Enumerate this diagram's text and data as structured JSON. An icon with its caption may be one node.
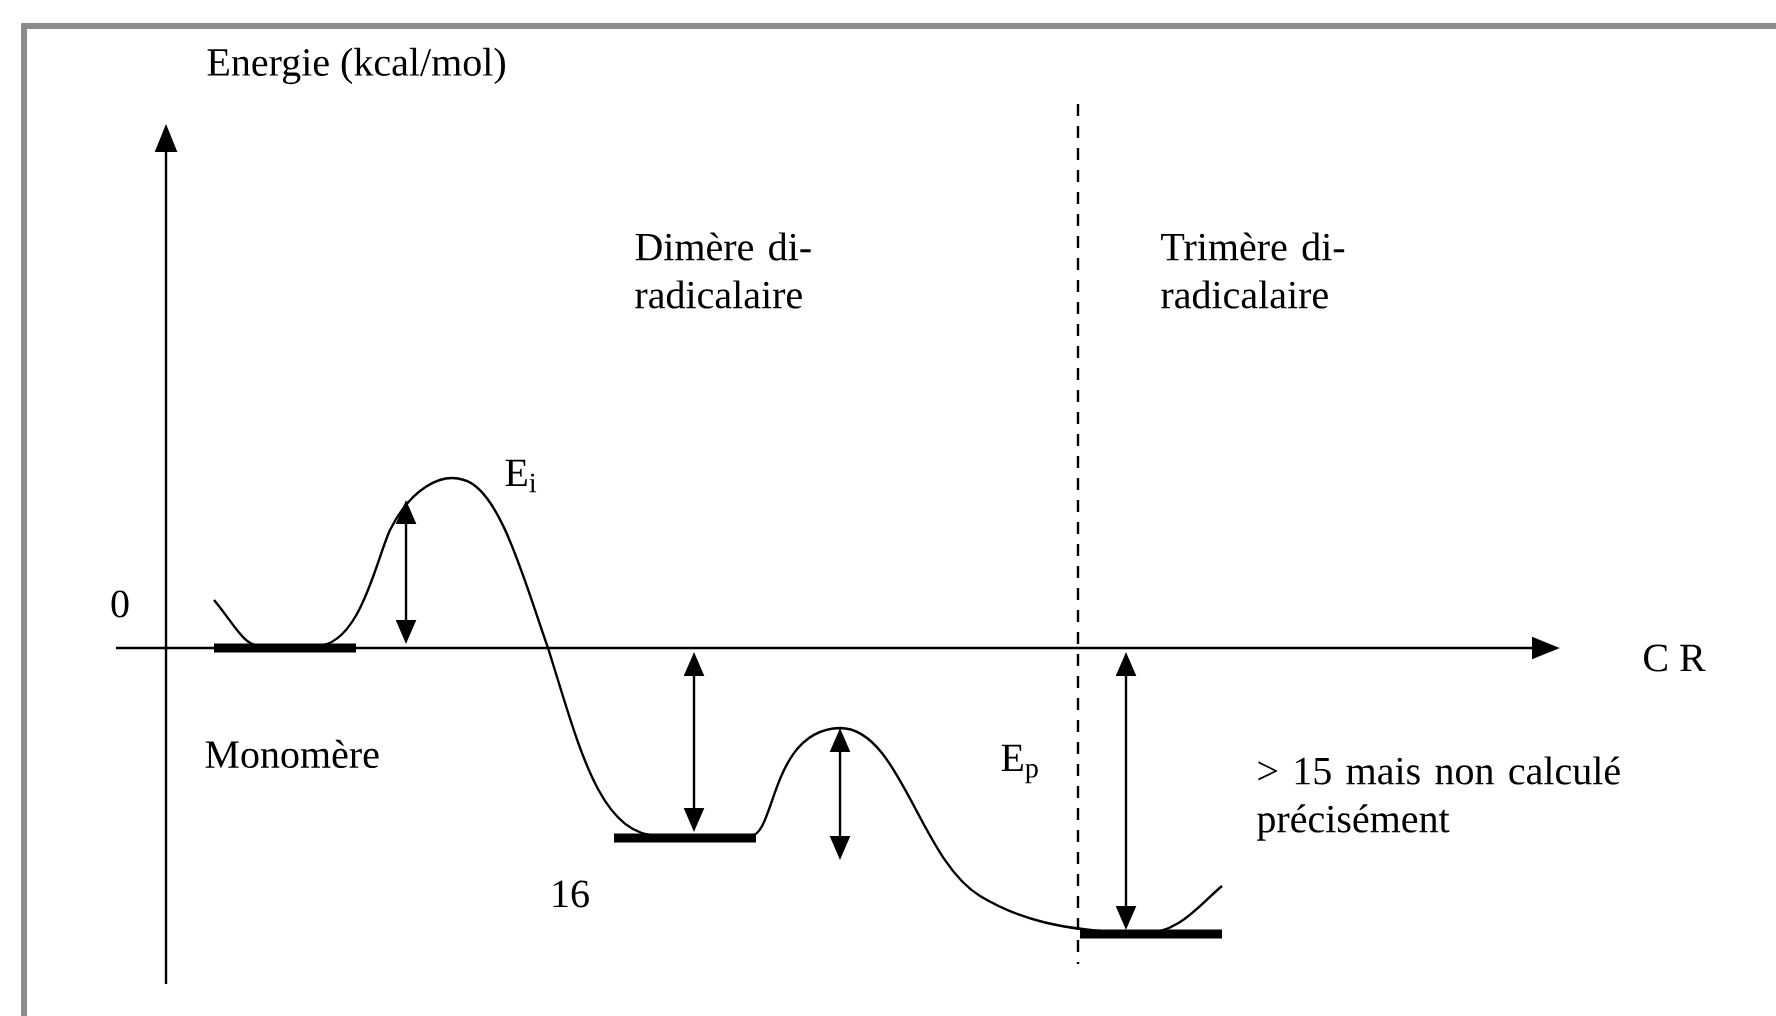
{
  "diagram": {
    "labels": [
      "Energie (kcal/mol)",
      "Dimère di-radicalaire",
      "Trimère di-radicalaire",
      "E$_{i}$",
      "0",
      "C R",
      "Monomère",
      "E$_{p}$",
      "> 15 mais non calculé précisément",
      "16"
    ]
  }
}
